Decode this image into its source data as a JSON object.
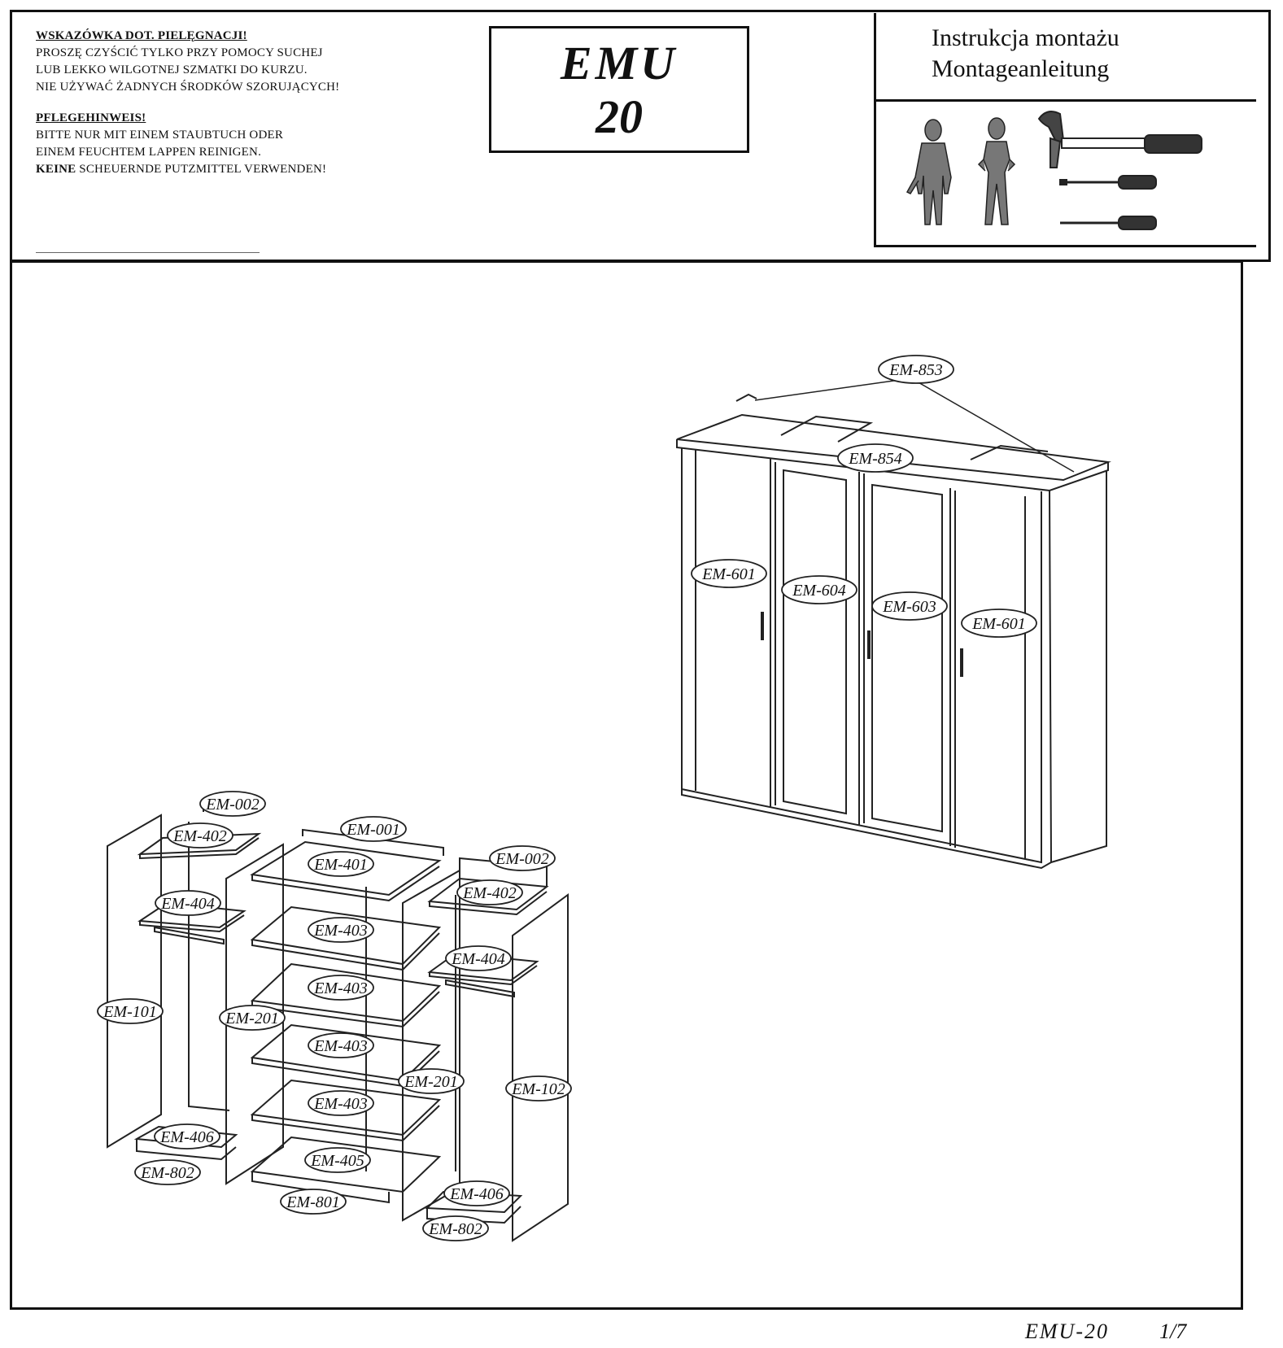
{
  "care": {
    "pl_heading": "WSKAZÓWKA DOT. PIELĘGNACJI!",
    "pl_lines": [
      "PROSZĘ CZYŚCIĆ TYLKO PRZY POMOCY SUCHEJ",
      "LUB LEKKO WILGOTNEJ SZMATKI DO KURZU.",
      "NIE UŻYWAĆ ŻADNYCH ŚRODKÓW SZORUJĄCYCH!"
    ],
    "de_heading": "PFLEGEHINWEIS!",
    "de_lines": [
      "BITTE NUR MIT EINEM STAUBTUCH ODER",
      "EINEM FEUCHTEM LAPPEN REINIGEN."
    ],
    "de_last_bold": "KEINE",
    "de_last_rest": " SCHEUERNDE PUTZMITTEL VERWENDEN!"
  },
  "title": {
    "line1": "EMU",
    "line2": "20"
  },
  "instructions": {
    "pl": "Instrukcja montażu",
    "de": "Montageanleitung"
  },
  "tools": [
    "person-icon",
    "person-icon",
    "hammer-icon",
    "screwdriver-flat-icon",
    "screwdriver-cross-icon"
  ],
  "labels": {
    "em853": "EM-853",
    "em854": "EM-854",
    "em601a": "EM-601",
    "em604": "EM-604",
    "em603": "EM-603",
    "em601b": "EM-601",
    "em002a": "EM-002",
    "em402a": "EM-402",
    "em404a": "EM-404",
    "em101": "EM-101",
    "em406a": "EM-406",
    "em802a": "EM-802",
    "em001": "EM-001",
    "em401": "EM-401",
    "em403a": "EM-403",
    "em403b": "EM-403",
    "em403c": "EM-403",
    "em403d": "EM-403",
    "em405": "EM-405",
    "em801": "EM-801",
    "em201a": "EM-201",
    "em201b": "EM-201",
    "em002b": "EM-002",
    "em402b": "EM-402",
    "em404b": "EM-404",
    "em102": "EM-102",
    "em406b": "EM-406",
    "em802b": "EM-802"
  },
  "footer": {
    "code": "EMU-20",
    "page": "1/7"
  }
}
